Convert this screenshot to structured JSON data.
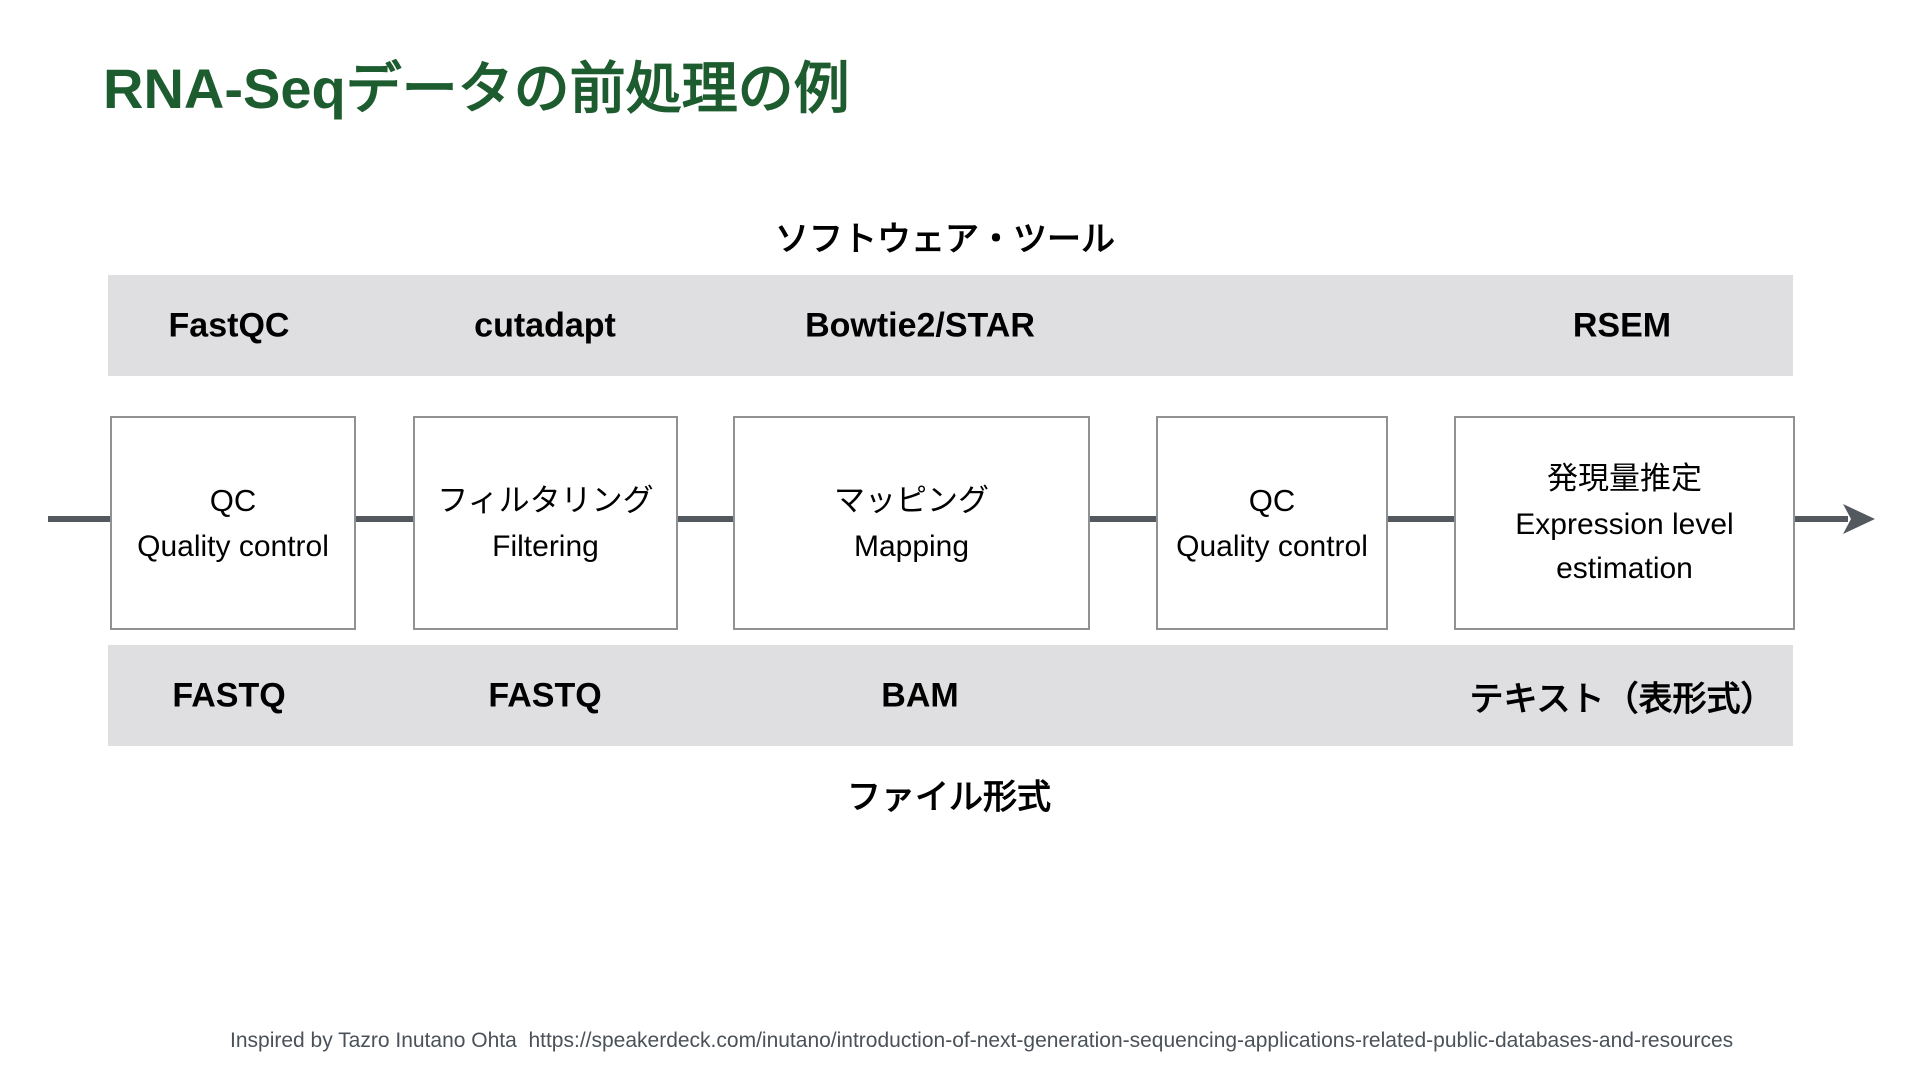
{
  "title": "RNA-Seqデータの前処理の例",
  "software_section": {
    "label": "ソフトウェア・ツール",
    "tools": [
      "FastQC",
      "cutadapt",
      "Bowtie2/STAR",
      "RSEM"
    ]
  },
  "pipeline": {
    "steps": [
      {
        "title": "QC",
        "subtitle": "Quality control"
      },
      {
        "title": "フィルタリング",
        "subtitle": "Filtering"
      },
      {
        "title": "マッピング",
        "subtitle": "Mapping"
      },
      {
        "title": "QC",
        "subtitle": "Quality control"
      },
      {
        "title": "発現量推定",
        "subtitle": "Expression level estimation"
      }
    ]
  },
  "file_format_section": {
    "label": "ファイル形式",
    "formats": [
      "FASTQ",
      "FASTQ",
      "BAM",
      "テキスト（表形式）"
    ]
  },
  "footer": {
    "credit": "Inspired by Tazro Inutano Ohta  https://speakerdeck.com/inutano/introduction-of-next-generation-sequencing-applications-related-public-databases-and-resources"
  },
  "colors": {
    "title_green": "#1d5c2e",
    "bar_gray": "#dfdfe1",
    "box_border": "#8f9193",
    "arrow_gray": "#54585f",
    "footer_gray": "#4b5158"
  }
}
